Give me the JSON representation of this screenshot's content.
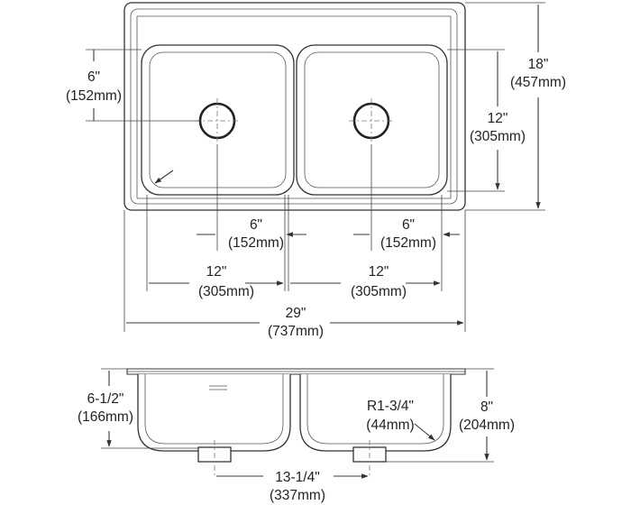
{
  "top_view": {
    "overall_width": {
      "in": "29\"",
      "mm": "(737mm)"
    },
    "overall_depth": {
      "in": "18\"",
      "mm": "(457mm)"
    },
    "bowl_depth": {
      "in": "12\"",
      "mm": "(305mm)"
    },
    "drain_from_top": {
      "in": "6\"",
      "mm": "(152mm)"
    },
    "left_drain_offset": {
      "in": "6\"",
      "mm": "(152mm)"
    },
    "right_drain_offset": {
      "in": "6\"",
      "mm": "(152mm)"
    },
    "left_bowl_width": {
      "in": "12\"",
      "mm": "(305mm)"
    },
    "right_bowl_width": {
      "in": "12\"",
      "mm": "(305mm)"
    }
  },
  "section_view": {
    "inner_depth": {
      "in": "6-1/2\"",
      "mm": "(166mm)"
    },
    "overall_height": {
      "in": "8\"",
      "mm": "(204mm)"
    },
    "corner_radius": {
      "in": "R1-3/4\"",
      "mm": "(44mm)"
    },
    "drain_spacing": {
      "in": "13-1/4\"",
      "mm": "(337mm)"
    }
  },
  "colors": {
    "line": "#3a3a3a",
    "text": "#222222",
    "background": "#ffffff"
  }
}
